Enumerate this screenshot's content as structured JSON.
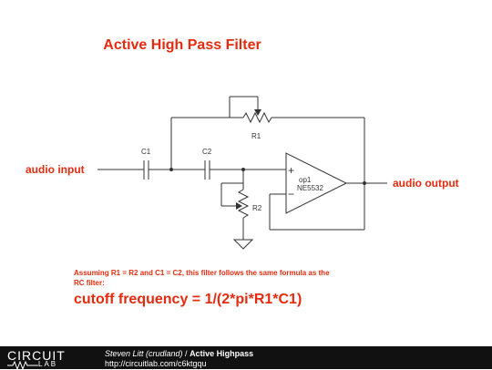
{
  "title": "Active High Pass Filter",
  "labels": {
    "input": "audio input",
    "output": "audio output",
    "c1": "C1",
    "c2": "C2",
    "r1": "R1",
    "r2": "R2",
    "opamp_name": "op1",
    "opamp_part": "NE5532",
    "plus": "+",
    "minus": "−"
  },
  "note": "Assuming R1 = R2 and C1 = C2, this filter follows the same formula as the RC filter:",
  "formula": "cutoff frequency = 1/(2*pi*R1*C1)",
  "footer": {
    "logo_top": "CIRCUIT",
    "logo_bottom": "LAB",
    "author": "Steven Litt (crudland)",
    "separator": " / ",
    "project": "Active Highpass",
    "url": "http://circuitlab.com/c6ktgqu"
  },
  "colors": {
    "accent": "#e52b0f",
    "wire": "#333333",
    "footer_bg": "#111111"
  }
}
